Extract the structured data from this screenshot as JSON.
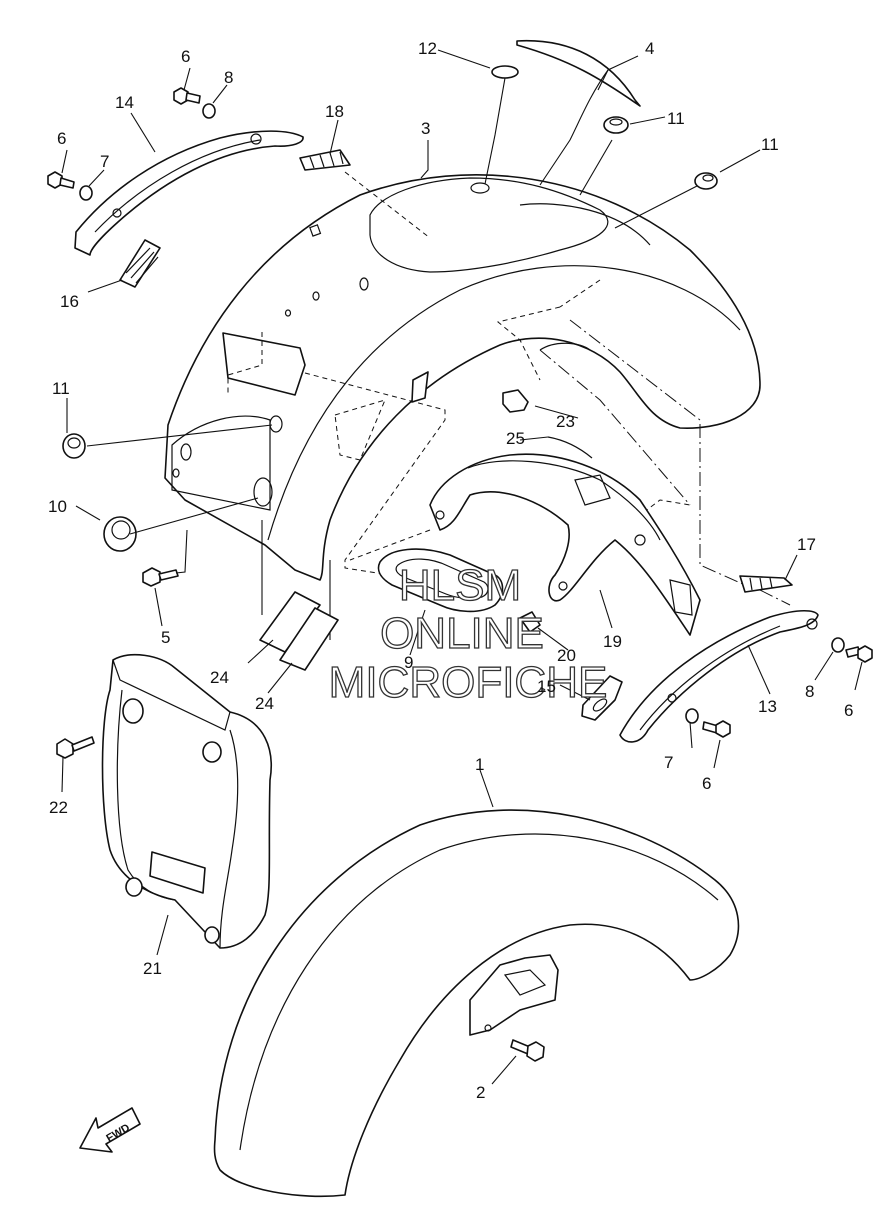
{
  "callouts": [
    {
      "id": "c1",
      "text": "1"
    },
    {
      "id": "c2",
      "text": "2"
    },
    {
      "id": "c3",
      "text": "3"
    },
    {
      "id": "c4",
      "text": "4"
    },
    {
      "id": "c5",
      "text": "5"
    },
    {
      "id": "c6a",
      "text": "6"
    },
    {
      "id": "c6b",
      "text": "6"
    },
    {
      "id": "c6c",
      "text": "6"
    },
    {
      "id": "c6d",
      "text": "6"
    },
    {
      "id": "c7a",
      "text": "7"
    },
    {
      "id": "c7b",
      "text": "7"
    },
    {
      "id": "c8a",
      "text": "8"
    },
    {
      "id": "c8b",
      "text": "8"
    },
    {
      "id": "c9",
      "text": "9"
    },
    {
      "id": "c10",
      "text": "10"
    },
    {
      "id": "c11a",
      "text": "11"
    },
    {
      "id": "c11b",
      "text": "11"
    },
    {
      "id": "c11c",
      "text": "11"
    },
    {
      "id": "c12",
      "text": "12"
    },
    {
      "id": "c13",
      "text": "13"
    },
    {
      "id": "c14",
      "text": "14"
    },
    {
      "id": "c15",
      "text": "15"
    },
    {
      "id": "c16",
      "text": "16"
    },
    {
      "id": "c17",
      "text": "17"
    },
    {
      "id": "c18",
      "text": "18"
    },
    {
      "id": "c19",
      "text": "19"
    },
    {
      "id": "c20",
      "text": "20"
    },
    {
      "id": "c21",
      "text": "21"
    },
    {
      "id": "c22",
      "text": "22"
    },
    {
      "id": "c23",
      "text": "23"
    },
    {
      "id": "c24a",
      "text": "24"
    },
    {
      "id": "c24b",
      "text": "24"
    },
    {
      "id": "c25",
      "text": "25"
    }
  ],
  "watermark": {
    "line1": "HLSM",
    "line2": "ONLINE",
    "line3": "MICROFICHE"
  },
  "fwd_label": "FWD"
}
